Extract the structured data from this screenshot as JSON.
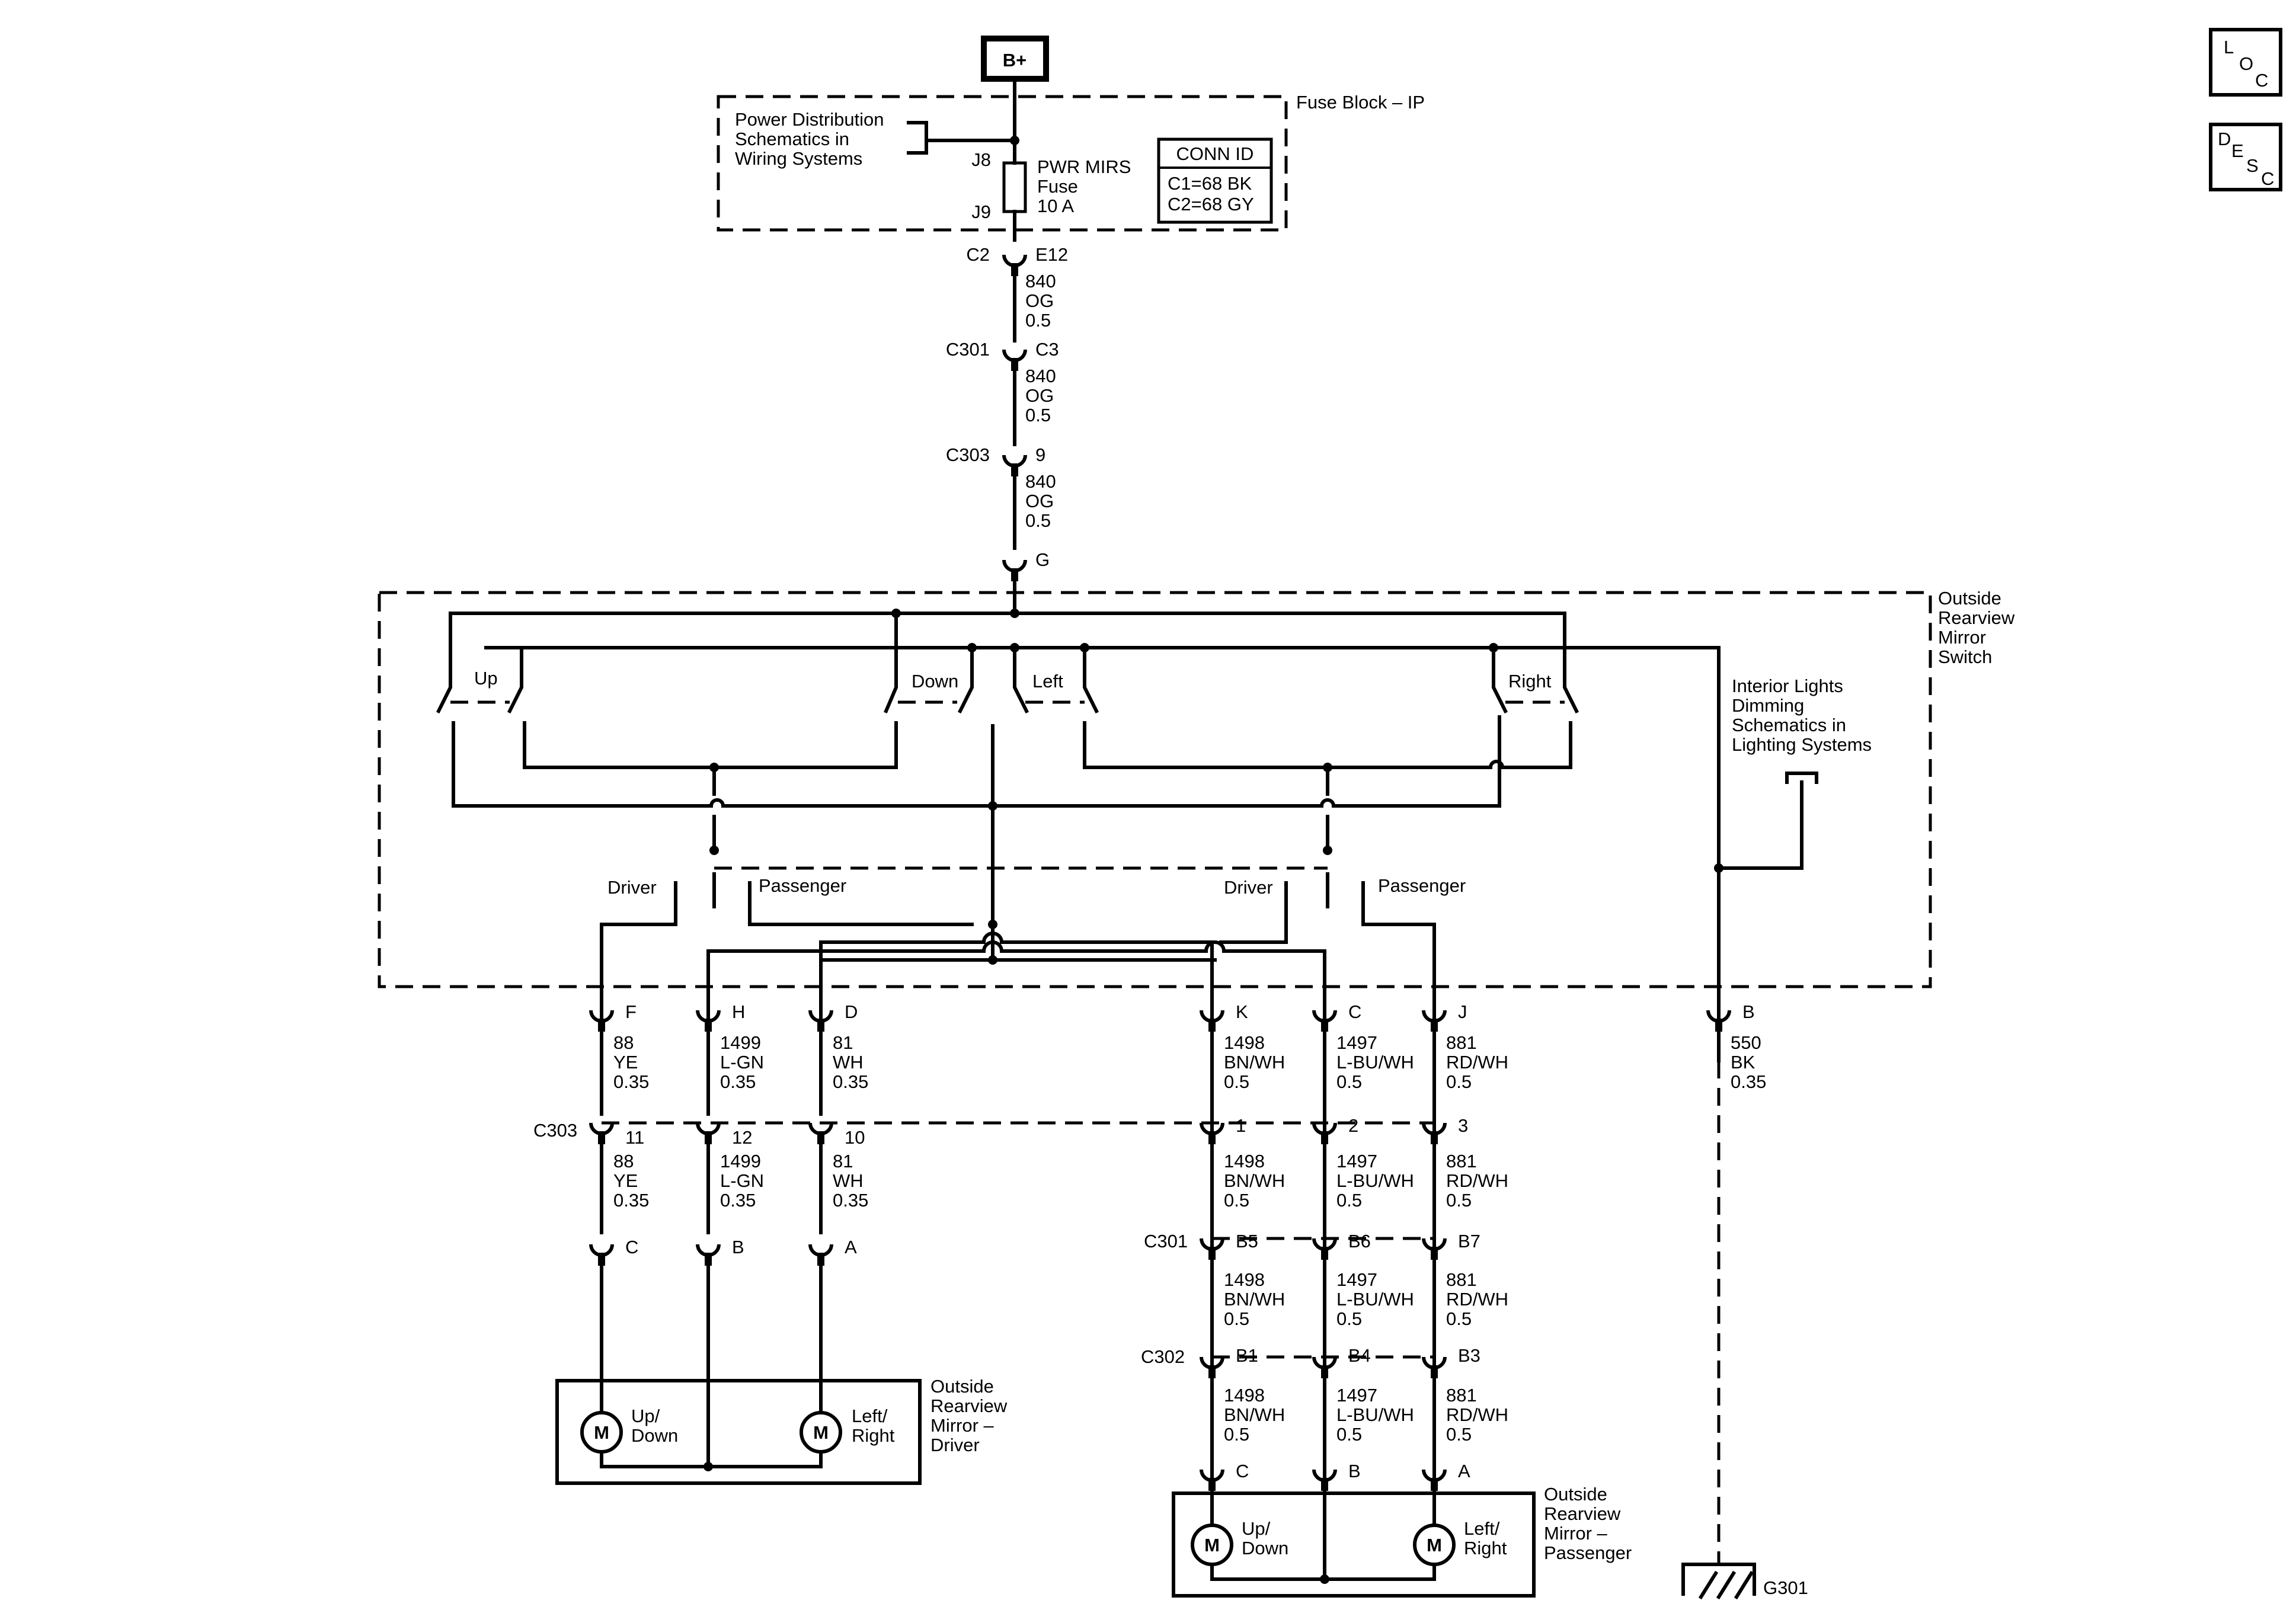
{
  "source": {
    "label": "B+"
  },
  "fuse_block": {
    "title": "Fuse Block – IP",
    "note": [
      "Power Distribution",
      "Schematics in",
      "Wiring Systems"
    ],
    "fuse_label": [
      "PWR MIRS",
      "Fuse",
      "10 A"
    ],
    "pin_top": "J8",
    "pin_bottom": "J9",
    "conn_id": {
      "title": "CONN ID",
      "rows": [
        "C1=68 BK",
        "C2=68 GY"
      ]
    }
  },
  "upper_feed": [
    {
      "left": "C2",
      "right": "E12",
      "wire": [
        "840",
        "OG",
        "0.5"
      ]
    },
    {
      "left": "C301",
      "right": "C3",
      "wire": [
        "840",
        "OG",
        "0.5"
      ]
    },
    {
      "left": "C303",
      "right": "9",
      "wire": [
        "840",
        "OG",
        "0.5"
      ]
    },
    {
      "left": "",
      "right": "G",
      "wire": []
    }
  ],
  "switch_module": {
    "title": [
      "Outside",
      "Rearview",
      "Mirror",
      "Switch"
    ],
    "switch_labels": [
      "Up",
      "Down",
      "Left",
      "Right"
    ],
    "selector_labels": [
      "Driver",
      "Passenger",
      "Driver",
      "Passenger"
    ],
    "dimming_note": [
      "Interior Lights",
      "Dimming",
      "Schematics in",
      "Lighting Systems"
    ]
  },
  "module_pins": [
    {
      "pin": "F",
      "wire": [
        "88",
        "YE",
        "0.35"
      ]
    },
    {
      "pin": "H",
      "wire": [
        "1499",
        "L-GN",
        "0.35"
      ]
    },
    {
      "pin": "D",
      "wire": [
        "81",
        "WH",
        "0.35"
      ]
    },
    {
      "pin": "K",
      "wire": [
        "1498",
        "BN/WH",
        "0.5"
      ]
    },
    {
      "pin": "C",
      "wire": [
        "1497",
        "L-BU/WH",
        "0.5"
      ]
    },
    {
      "pin": "J",
      "wire": [
        "881",
        "RD/WH",
        "0.5"
      ]
    },
    {
      "pin": "B",
      "wire": [
        "550",
        "BK",
        "0.35"
      ]
    }
  ],
  "c303": {
    "name": "C303",
    "pins": [
      "11",
      "12",
      "10",
      "1",
      "2",
      "3"
    ],
    "wires": [
      [
        "88",
        "YE",
        "0.35"
      ],
      [
        "1499",
        "L-GN",
        "0.35"
      ],
      [
        "81",
        "WH",
        "0.35"
      ],
      [
        "1498",
        "BN/WH",
        "0.5"
      ],
      [
        "1497",
        "L-BU/WH",
        "0.5"
      ],
      [
        "881",
        "RD/WH",
        "0.5"
      ]
    ]
  },
  "driver_mirror": {
    "pins": [
      "C",
      "B",
      "A"
    ],
    "title": [
      "Outside",
      "Rearview",
      "Mirror –",
      "Driver"
    ],
    "motor_symbol": "M",
    "motor_labels": [
      [
        "Up/",
        "Down"
      ],
      [
        "Left/",
        "Right"
      ]
    ]
  },
  "c301": {
    "name": "C301",
    "pins": [
      "B5",
      "B6",
      "B7"
    ],
    "wires": [
      [
        "1498",
        "BN/WH",
        "0.5"
      ],
      [
        "1497",
        "L-BU/WH",
        "0.5"
      ],
      [
        "881",
        "RD/WH",
        "0.5"
      ]
    ]
  },
  "c302": {
    "name": "C302",
    "pins": [
      "B1",
      "B4",
      "B3"
    ],
    "wires": [
      [
        "1498",
        "BN/WH",
        "0.5"
      ],
      [
        "1497",
        "L-BU/WH",
        "0.5"
      ],
      [
        "881",
        "RD/WH",
        "0.5"
      ]
    ]
  },
  "passenger_mirror": {
    "pins": [
      "C",
      "B",
      "A"
    ],
    "title": [
      "Outside",
      "Rearview",
      "Mirror –",
      "Passenger"
    ],
    "motor_symbol": "M",
    "motor_labels": [
      [
        "Up/",
        "Down"
      ],
      [
        "Left/",
        "Right"
      ]
    ]
  },
  "ground": {
    "label": "G301"
  },
  "side_icons": [
    {
      "letters": [
        "L",
        "O",
        "C"
      ]
    },
    {
      "letters": [
        "D",
        "E",
        "S",
        "C"
      ]
    }
  ]
}
